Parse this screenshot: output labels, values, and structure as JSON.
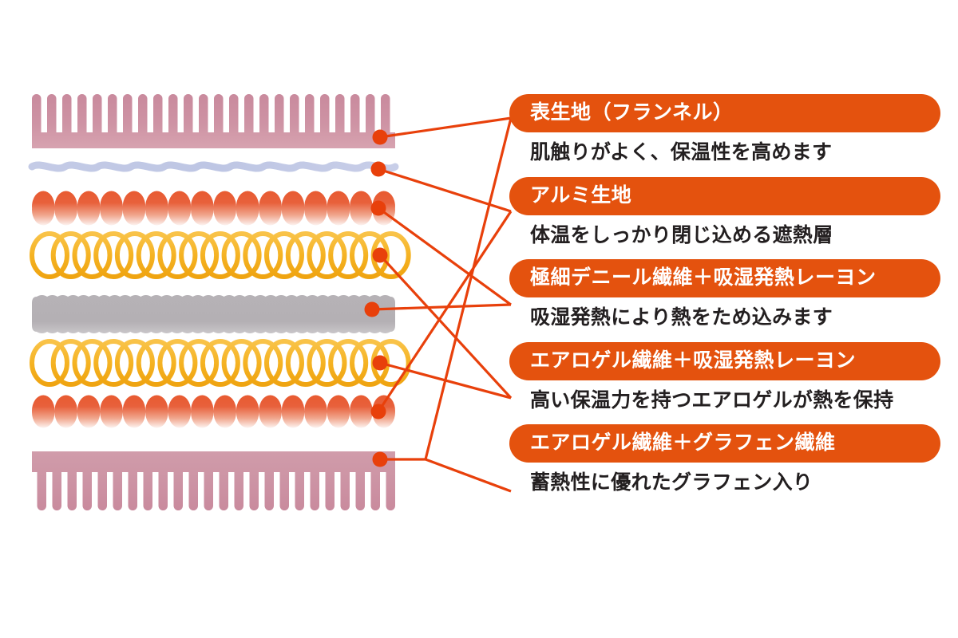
{
  "diagram": {
    "title_semantics": "fabric-layer-structure-diagram",
    "accent_color": "#E4520E",
    "dot_color": "#E8400B",
    "background": "#FFFFFF",
    "layers": [
      {
        "name": "comb-top",
        "shape": "comb-down",
        "color": "#CE93A4",
        "label_ref": 0
      },
      {
        "name": "wave-line",
        "shape": "wave",
        "color": "#BEC6E4",
        "label_ref": 1
      },
      {
        "name": "bump-band-upper",
        "shape": "bumpy-band",
        "color": "#E8613C",
        "label_ref": 2
      },
      {
        "name": "coil-chain-upper",
        "shape": "ring-chain",
        "color": "#F5B323",
        "label_ref": 3
      },
      {
        "name": "gray-band",
        "shape": "zigzag-band",
        "color": "#B4B0B4",
        "label_ref": 2
      },
      {
        "name": "coil-chain-lower",
        "shape": "ring-chain",
        "color": "#F5B323",
        "label_ref": 3
      },
      {
        "name": "bump-band-lower",
        "shape": "bumpy-band",
        "color": "#E8613C",
        "label_ref": 1
      },
      {
        "name": "comb-bottom",
        "shape": "comb-up",
        "color": "#CE93A4",
        "label_ref": 4
      }
    ]
  },
  "panel": {
    "entries": [
      {
        "pill": "表生地（フランネル）",
        "desc": "肌触りがよく、保温性を高めます"
      },
      {
        "pill": "アルミ生地",
        "desc": "体温をしっかり閉じ込める遮熱層"
      },
      {
        "pill": "極細デニール繊維＋吸湿発熱レーヨン",
        "desc": "吸湿発熱により熱をため込みます"
      },
      {
        "pill": "エアロゲル繊維＋吸湿発熱レーヨン",
        "desc": "高い保温力を持つエアロゲルが熱を保持"
      },
      {
        "pill": "エアロゲル繊維＋グラフェン繊維",
        "desc": "蓄熱性に優れたグラフェン入り"
      }
    ]
  }
}
